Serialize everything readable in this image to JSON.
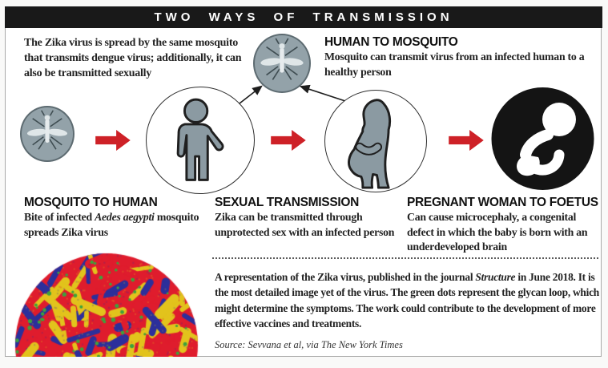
{
  "header": {
    "title": "TWO WAYS OF TRANSMISSION"
  },
  "intro": {
    "text": "The Zika virus is spread by the same mosquito that transmits dengue virus; additionally, it can also be transmitted sexually"
  },
  "sections": {
    "human_to_mosquito": {
      "heading": "HUMAN TO MOSQUITO",
      "body": "Mosquito can transmit virus from an infected human to a healthy person"
    },
    "mosquito_to_human": {
      "heading": "MOSQUITO TO HUMAN",
      "body_prefix": "Bite of infected ",
      "body_italic": "Aedes aegypti",
      "body_suffix": " mosquito spreads Zika virus"
    },
    "sexual_transmission": {
      "heading": "SEXUAL TRANSMISSION",
      "body": "Zika can be transmitted through unprotected sex with an infected person"
    },
    "pregnant_woman_to_foetus": {
      "heading": "PREGNANT WOMAN TO FOETUS",
      "body": "Can cause microcephaly, a congenital defect in which the baby is born with an underdeveloped brain"
    }
  },
  "caption": {
    "prefix": "A representation of the Zika virus, published in the journal ",
    "italic": "Structure",
    "suffix": " in June 2018. It is the most detailed image yet of the virus. The green dots represent the glycan loop, which might determine the symptoms. The work could contribute to the development of more effective vaccines and treatments."
  },
  "source": {
    "text": "Source: Sevvana et al, via The New York Times"
  },
  "icons": {
    "mosquito": "mosquito-icon",
    "human": "human-figure-icon",
    "pregnant_woman": "pregnant-woman-icon",
    "foetus": "foetus-icon",
    "arrow_right": "red-arrow-right-icon",
    "virus_sphere": "zika-virus-molecular-model"
  },
  "colors": {
    "bar_black": "#191919",
    "accent_red": "#ce2127",
    "figure_gray": "#8b9aa2",
    "circle_gray": "#93a2a9",
    "virus_red": "#df1c2d",
    "virus_blue": "#2c2f9b",
    "virus_yellow": "#e2c31c",
    "virus_green": "#3da23c"
  }
}
